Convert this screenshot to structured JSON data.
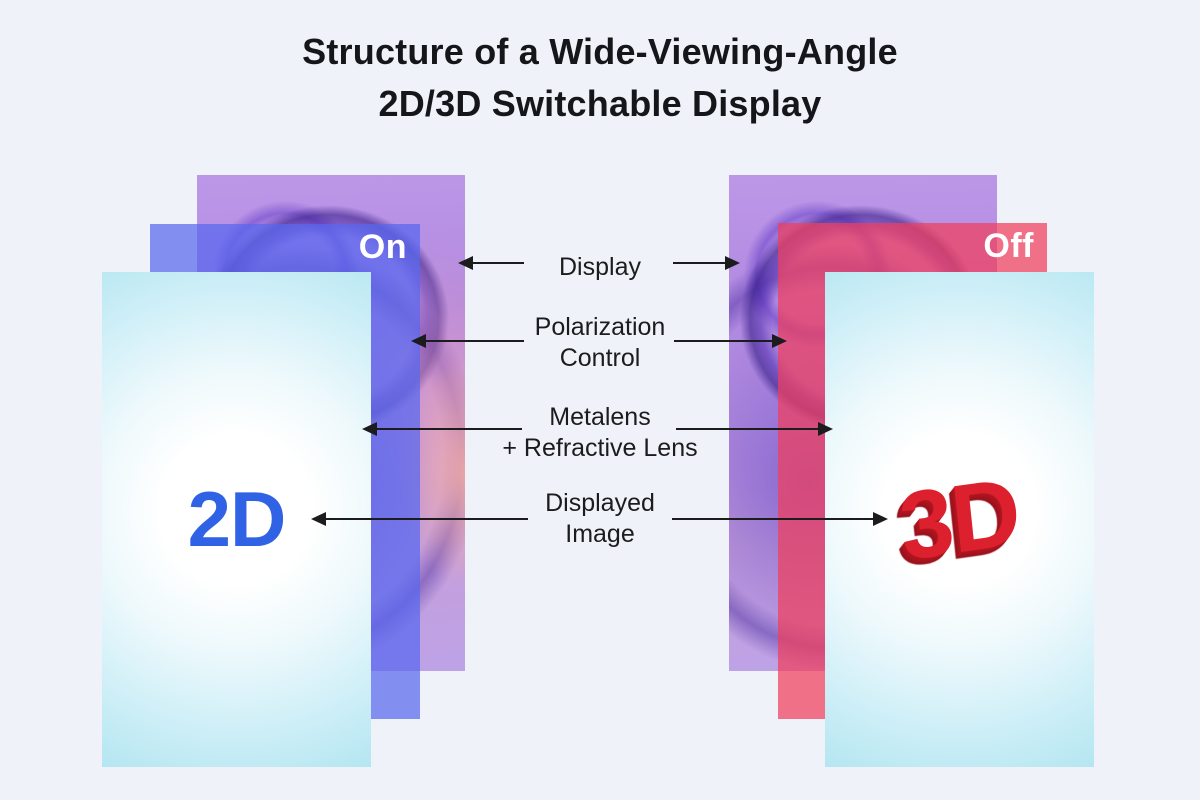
{
  "title": {
    "line1": "Structure of a Wide-Viewing-Angle",
    "line2": "2D/3D Switchable Display"
  },
  "left_panel": {
    "state": "On",
    "display_text": "2D"
  },
  "right_panel": {
    "state": "Off",
    "display_text": "3D"
  },
  "layer_labels": {
    "display": "Display",
    "polarization": {
      "line1": "Polarization",
      "line2": "Control"
    },
    "metalens": {
      "line1": "Metalens",
      "line2": "+ Refractive Lens"
    },
    "displayed_image": {
      "line1": "Displayed",
      "line2": "Image"
    }
  },
  "colors": {
    "background": "#eff2f8",
    "title_text": "#15161a",
    "label_text": "#1c1c1e",
    "arrow": "#1c1c1e",
    "state_text": "#ffffff",
    "label_2d": "#2f62e5",
    "label_3d": "#dc202e",
    "polarization_on_layer": "#5868ee",
    "polarization_off_layer": "#f03e5c",
    "display_layer_base": "#b48fe0",
    "image_layer_edge": "#b4e6f1"
  }
}
